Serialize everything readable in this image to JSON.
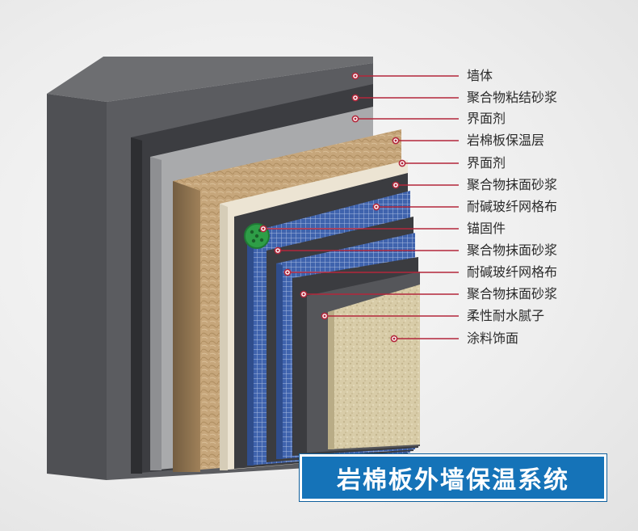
{
  "layers": [
    {
      "label": "墙体",
      "color": "#5a5b5e"
    },
    {
      "label": "聚合物粘结砂浆",
      "color": "#3c3d41"
    },
    {
      "label": "界面剂",
      "color": "#a9aaac"
    },
    {
      "label": "岩棉板保温层",
      "color": "#c9a97e"
    },
    {
      "label": "界面剂",
      "color": "#ece4d3"
    },
    {
      "label": "聚合物抹面砂浆",
      "color": "#3b3c40"
    },
    {
      "label": "耐碱玻纤网格布",
      "color": "#3b5fa8"
    },
    {
      "label": "锚固件",
      "color": "#2e9e47"
    },
    {
      "label": "聚合物抹面砂浆",
      "color": "#3b3c40"
    },
    {
      "label": "耐碱玻纤网格布",
      "color": "#3b5fa8"
    },
    {
      "label": "聚合物抹面砂浆",
      "color": "#3b3c40"
    },
    {
      "label": "柔性耐水腻子",
      "color": "#55565a"
    },
    {
      "label": "涂料饰面",
      "color": "#d7cba6"
    }
  ],
  "accent": "#b3263a",
  "banner": {
    "title": "岩棉板外墙保温系统",
    "color": "#1573b8"
  }
}
